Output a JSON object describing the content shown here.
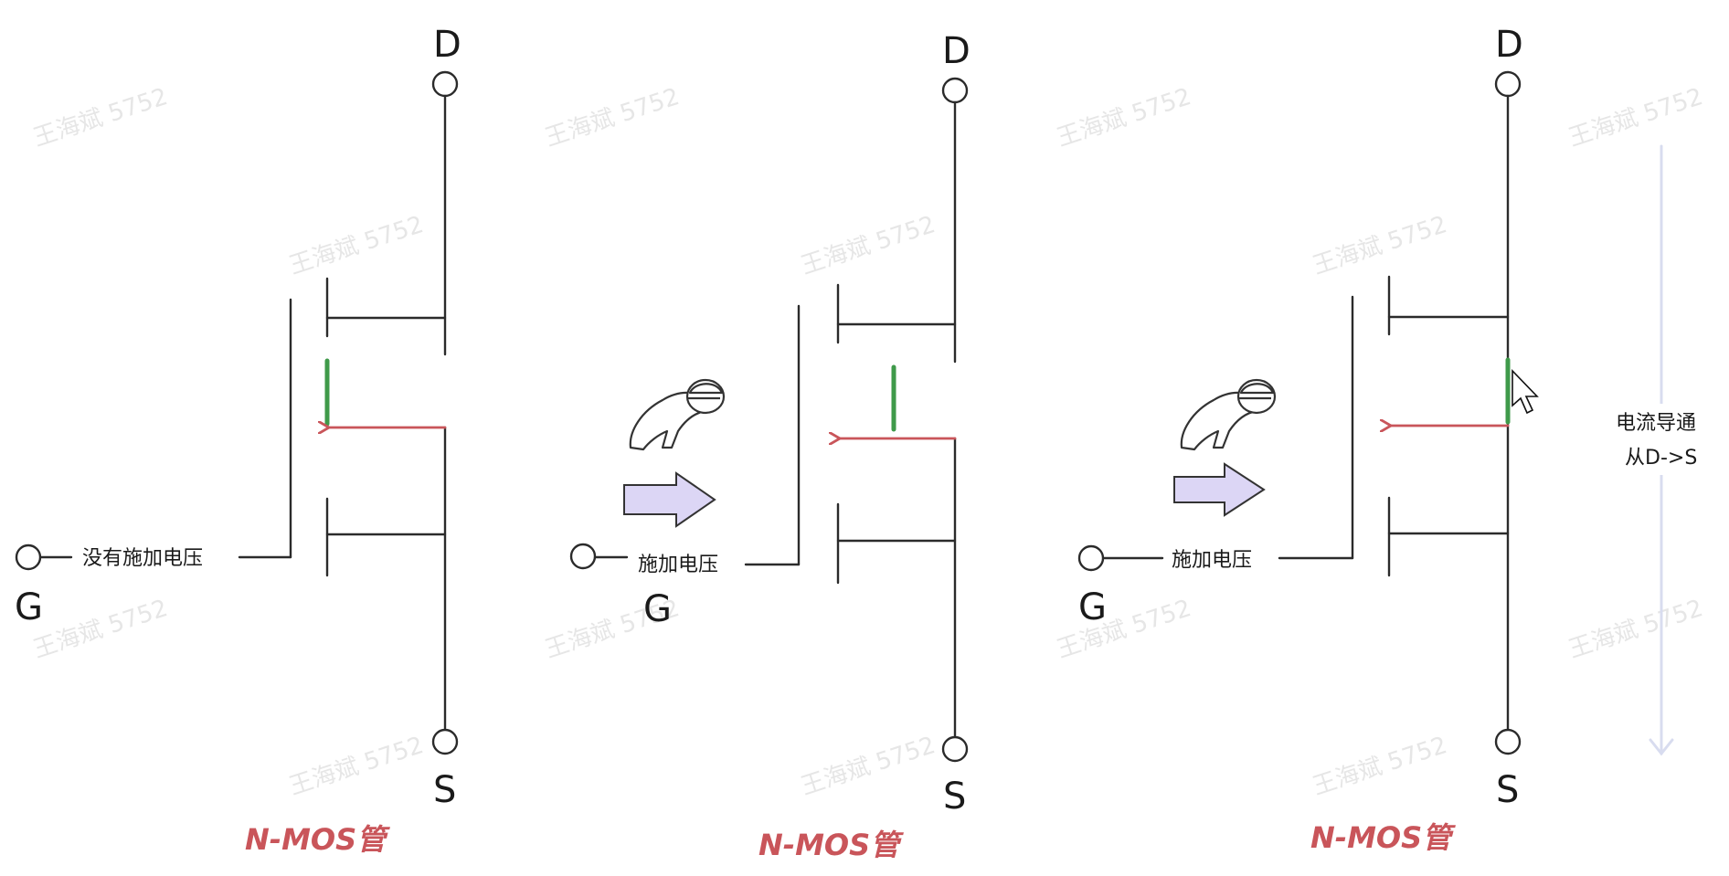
{
  "watermark_text": "王海斌 5752",
  "panels": [
    {
      "title": "N-MOS管",
      "drain_label": "D",
      "source_label": "S",
      "gate_label": "G",
      "gate_text": "没有施加电压"
    },
    {
      "title": "N-MOS管",
      "drain_label": "D",
      "source_label": "S",
      "gate_label": "G",
      "gate_text": "施加电压"
    },
    {
      "title": "N-MOS管",
      "drain_label": "D",
      "source_label": "S",
      "gate_label": "G",
      "gate_text": "施加电压"
    }
  ],
  "current_note": {
    "line1": "电流导通",
    "line2": "从D->S"
  },
  "colors": {
    "title": "#c9555a",
    "channel": "#3f9a4a",
    "arrow": "#c9555a",
    "push_arrow_fill": "#dcd6f5"
  }
}
